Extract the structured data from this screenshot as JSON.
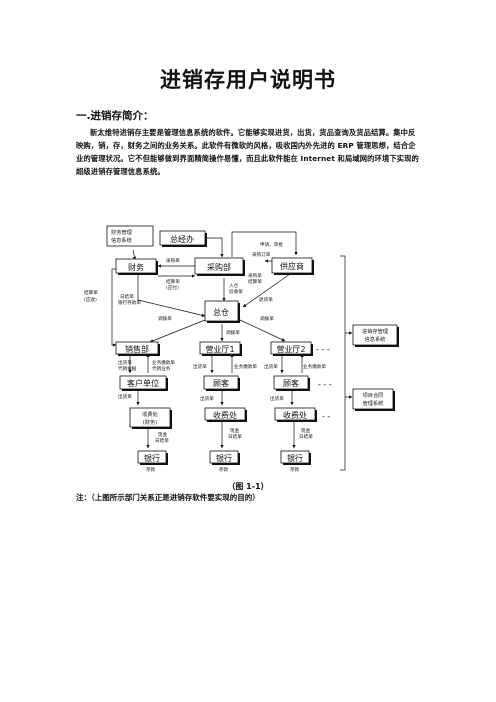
{
  "doc": {
    "title": "进销存用户说明书",
    "section_heading": "一.进销存简介：",
    "intro": "新太维特进销存主要是管理信息系统的软件。它能够实现进货，出货，货品查询及货品结算。集中反映购，销，存，财务之间的业务关系。此软件有微软的风格，吸收国内外先进的 ERP 管理思想，结合企业的管理状况。它不但能够做到界面精简操作易懂，而且此软件能在 Internet 和局域网的环境下实现的超级进销存管理信息系统。",
    "figure_caption": "（图 1-1）",
    "note": "注：（上图所示部门关系正是进销存软件要实现的目的）"
  },
  "diagram": {
    "boxes": {
      "finance_system": [
        "财务管理",
        "信息系统"
      ],
      "ceo": "总经办",
      "finance": "财务",
      "purchasing": "采购部",
      "supplier": "供应商",
      "warehouse": "总仓",
      "sales": "销售部",
      "hall1": "营业厅1",
      "hall2": "营业厅2",
      "client": "客户单位",
      "customer1": "顾客",
      "customer2": "顾客",
      "collect0": [
        "收费处",
        "(财务)"
      ],
      "collect1": "收费处",
      "collect2": "收费处",
      "bank0": "银行",
      "bank1": "银行",
      "bank2": "银行",
      "erp": [
        "进销存管理",
        "信息系统"
      ],
      "project": [
        "项目合同",
        "管理系统"
      ]
    },
    "labels": {
      "apply": "申请、审批",
      "purchase_order": "采购单",
      "purchase_order2": "采购订单",
      "settlement_payment": [
        "结算单",
        "(应付)"
      ],
      "purchase_bill": [
        "采购单",
        "结算单"
      ],
      "settlement_receive": [
        "结算单",
        "(应收)"
      ],
      "daily_bank": [
        "日结单",
        "银行存款单"
      ],
      "inbound": [
        "入仓",
        "验收单"
      ],
      "return": "退货单",
      "transfer_in": "调拨单",
      "transfer_a": "调拨单",
      "transfer_b": "调拨单",
      "sales_left": [
        "出货单",
        "代销依据"
      ],
      "sales_right": [
        "业务缴款单",
        "代销业务"
      ],
      "h1_out": "出货单",
      "h1_pay": "业务缴款单",
      "h2_out": "出货单",
      "h2_pay": "业务缴款单",
      "c0_out": "出货单",
      "c1_out": "出货单",
      "c2_out": "出货单",
      "cash0": [
        "现金",
        "日结单"
      ],
      "cash1": [
        "现金",
        "日结单"
      ],
      "cash2": [
        "现金",
        "日结单"
      ],
      "deposit0": "存款",
      "deposit1": "存款",
      "deposit2": "存款",
      "dots": "- - -",
      "dots_short": "- -"
    }
  }
}
